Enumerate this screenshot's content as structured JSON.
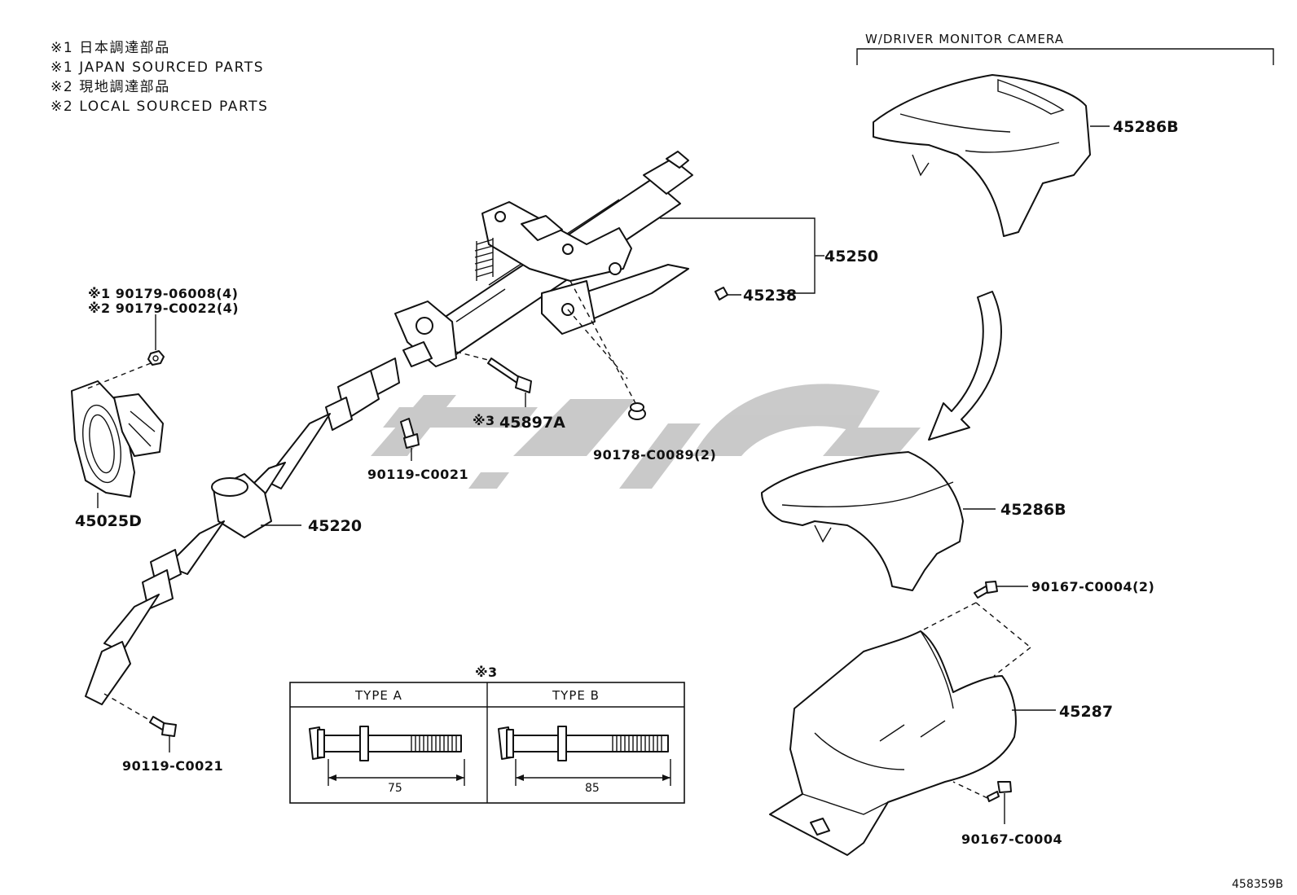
{
  "legend": [
    "※1 日本調達部品",
    "※1 JAPAN SOURCED PARTS",
    "※2 現地調達部品",
    "※2 LOCAL SOURCED PARTS"
  ],
  "variant_note": "W/DRIVER MONITOR CAMERA",
  "callouts": {
    "p45286b_top": "45286B",
    "p45286b": "45286B",
    "p45250": "45250",
    "p45238": "45238",
    "nut_a": "※1 90179-06008(4)",
    "nut_b": "※2 90179-C0022(4)",
    "p45897a": "45897A",
    "p45897a_mark": "※3",
    "p90119_upper": "90119-C0021",
    "p90178": "90178-C0089(2)",
    "p45025d": "45025D",
    "p45220": "45220",
    "p90119_lower": "90119-C0021",
    "p90167_pair": "90167-C0004(2)",
    "p45287": "45287",
    "p90167_single": "90167-C0004"
  },
  "bolt_table": {
    "mark": "※3",
    "type_a_label": "TYPE  A",
    "type_b_label": "TYPE  B",
    "type_a_length": "75",
    "type_b_length": "85"
  },
  "diagram_id": "458359B",
  "colors": {
    "line": "#111111",
    "watermark": "#c4c4c4",
    "background": "#ffffff"
  }
}
